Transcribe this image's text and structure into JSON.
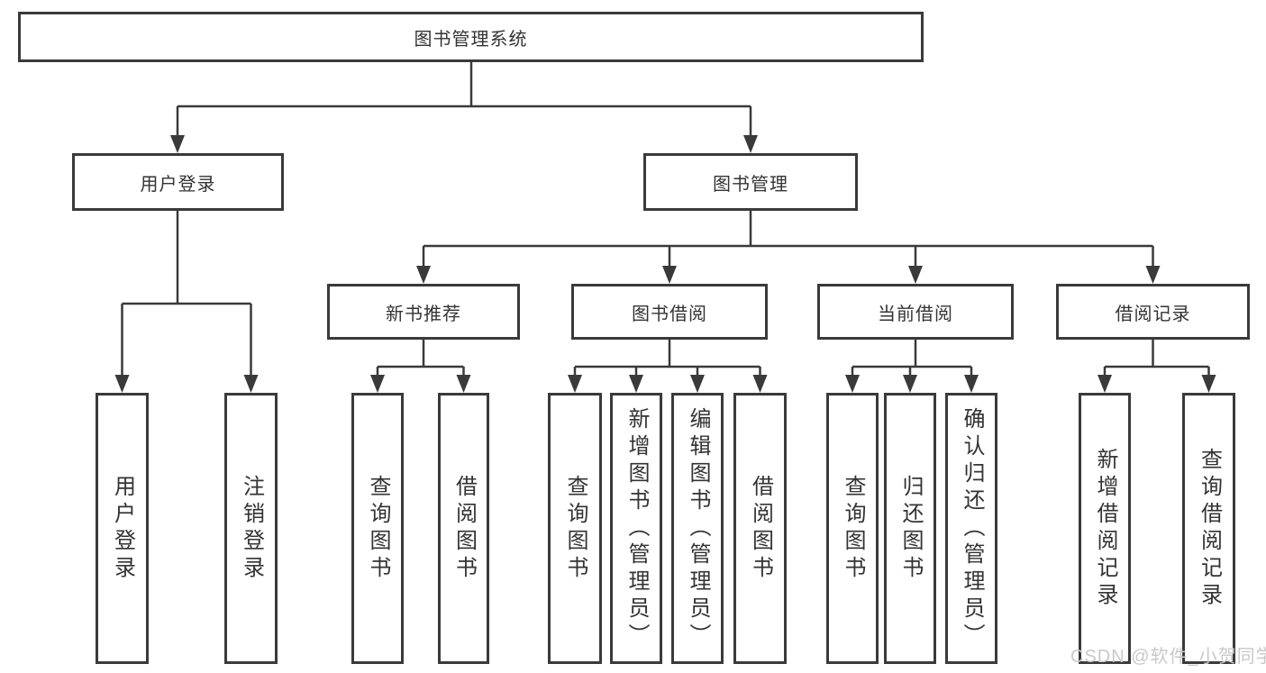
{
  "diagram": {
    "root": {
      "label": "图书管理系统"
    },
    "branches": [
      {
        "label": "用户登录",
        "children": [
          {
            "label": "用户登录"
          },
          {
            "label": "注销登录"
          }
        ]
      },
      {
        "label": "图书管理",
        "children": [
          {
            "label": "新书推荐",
            "children": [
              {
                "label": "查询图书"
              },
              {
                "label": "借阅图书"
              }
            ]
          },
          {
            "label": "图书借阅",
            "children": [
              {
                "label": "查询图书"
              },
              {
                "label": "新增图书（管理员）"
              },
              {
                "label": "编辑图书（管理员）"
              },
              {
                "label": "借阅图书"
              }
            ]
          },
          {
            "label": "当前借阅",
            "children": [
              {
                "label": "查询图书"
              },
              {
                "label": "归还图书"
              },
              {
                "label": "确认归还（管理员）"
              }
            ]
          },
          {
            "label": "借阅记录",
            "children": [
              {
                "label": "新增借阅记录"
              },
              {
                "label": "查询借阅记录"
              }
            ]
          }
        ]
      }
    ]
  },
  "watermark": {
    "text": "CSDN @软件_小贺同学"
  },
  "colors": {
    "line": "#3a3a3a",
    "text": "#333333",
    "box_background": "#ffffff",
    "page_background": "#ffffff",
    "watermark": "#c9c9c9"
  }
}
